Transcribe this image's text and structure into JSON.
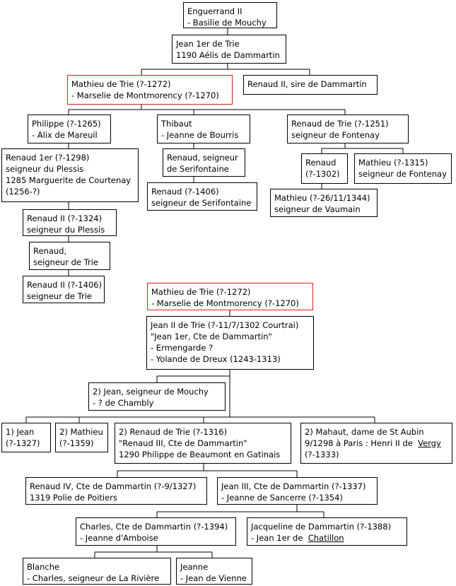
{
  "nodes": {
    "enguerrand": {
      "lines": [
        "Enguerrand II",
        "- Basilie de Mouchy"
      ]
    },
    "jean1er": {
      "lines": [
        "Jean 1er de Trie",
        "1190 Aélis de Dammartin"
      ]
    },
    "mathieu_top": {
      "lines": [
        "Mathieu de Trie (?-1272)",
        "- Marselie de Montmorency (?-1270)"
      ]
    },
    "renaud2_sire": {
      "lines": [
        "Renaud II, sire de Dammartin"
      ]
    },
    "philippe": {
      "lines": [
        "Philippe (?-1265)",
        "- Alix de Mareuil"
      ]
    },
    "thibaut": {
      "lines": [
        "Thibaut",
        "- Jeanne de Bourris"
      ]
    },
    "renaud_fontenay": {
      "lines": [
        "Renaud de Trie (?-1251)",
        "seigneur de Fontenay"
      ]
    },
    "renaud1er": {
      "lines": [
        "Renaud 1er (?-1298)",
        "seigneur du Plessis",
        "1285 Marguerite de Courtenay",
        "(1256-?)"
      ]
    },
    "renaud_serif1": {
      "lines": [
        "Renaud, seigneur",
        "de Serifontaine"
      ]
    },
    "renaud_1302": {
      "lines": [
        "Renaud",
        "(?-1302)"
      ]
    },
    "mathieu_1315": {
      "lines": [
        "Mathieu (?-1315)",
        "seigneur de Fontenay"
      ]
    },
    "renaud_serif2": {
      "lines": [
        "Renaud (?-1406)",
        "seigneur de Serifontaine"
      ]
    },
    "mathieu_vaumain": {
      "lines": [
        "Mathieu (?-26/11/1344)",
        "seigneur de Vaumain"
      ]
    },
    "renaud2_plessis": {
      "lines": [
        "Renaud II (?-1324)",
        "seigneur du Plessis"
      ]
    },
    "renaud_trie": {
      "lines": [
        "Renaud,",
        "seigneur de Trie"
      ]
    },
    "renaud2_trie": {
      "lines": [
        "Renaud II (?-1406)",
        "seigneur de Trie"
      ]
    },
    "mathieu_mid": {
      "lines": [
        "Mathieu de Trie (?-1272)",
        "- Marselie de Montmorency (?-1270)"
      ]
    },
    "jean2": {
      "lines": [
        "Jean II de Trie (?-11/7/1302 Courtrai)",
        "\"Jean 1er, Cte de Dammartin\"",
        "- Ermengarde ?",
        "- Yolande de Dreux (1243-1313)"
      ]
    },
    "jean_mouchy": {
      "lines": [
        "2) Jean, seigneur de Mouchy",
        "- ? de Chambly"
      ]
    },
    "jean_1327": {
      "lines": [
        "1) Jean",
        "(?-1327)"
      ]
    },
    "mathieu_1359": {
      "lines": [
        "2) Mathieu",
        "(?-1359)"
      ]
    },
    "renaud_1316": {
      "lines": [
        "2) Renaud de Trie (?-1316)",
        "\"Renaud III, Cte de Dammartin\"",
        "1290 Philippe de Beaumont en Gatinais"
      ]
    },
    "mahaut": {
      "line1": "2) Mahaut, dame de St Aubin",
      "line2_prefix": "9/1298 à Paris : Henri II de",
      "line2_link": "Vergy",
      "line3": "(?-1333)"
    },
    "renaud4": {
      "lines": [
        "Renaud IV, Cte de Dammartin (?-9/1327)",
        "1319 Polie de Poitiers"
      ]
    },
    "jean3": {
      "lines": [
        "Jean III, Cte de Dammartin (?-1337)",
        "- Jeanne de Sancerre (?-1354)"
      ]
    },
    "charles": {
      "lines": [
        "Charles, Cte de Dammartin (?-1394)",
        "- Jeanne d'Amboise"
      ]
    },
    "jacqueline": {
      "line1": "Jacqueline de Dammartin (?-1388)",
      "line2_prefix": "- Jean 1er de",
      "line2_link": "Chatillon"
    },
    "blanche": {
      "lines": [
        "Blanche",
        "- Charles, seigneur de La Rivière"
      ]
    },
    "jeanne": {
      "lines": [
        "Jeanne",
        "- Jean de Vienne"
      ]
    }
  },
  "colors": {
    "highlight_border": "#e01b1b",
    "border": "#000000",
    "line": "#000000"
  }
}
